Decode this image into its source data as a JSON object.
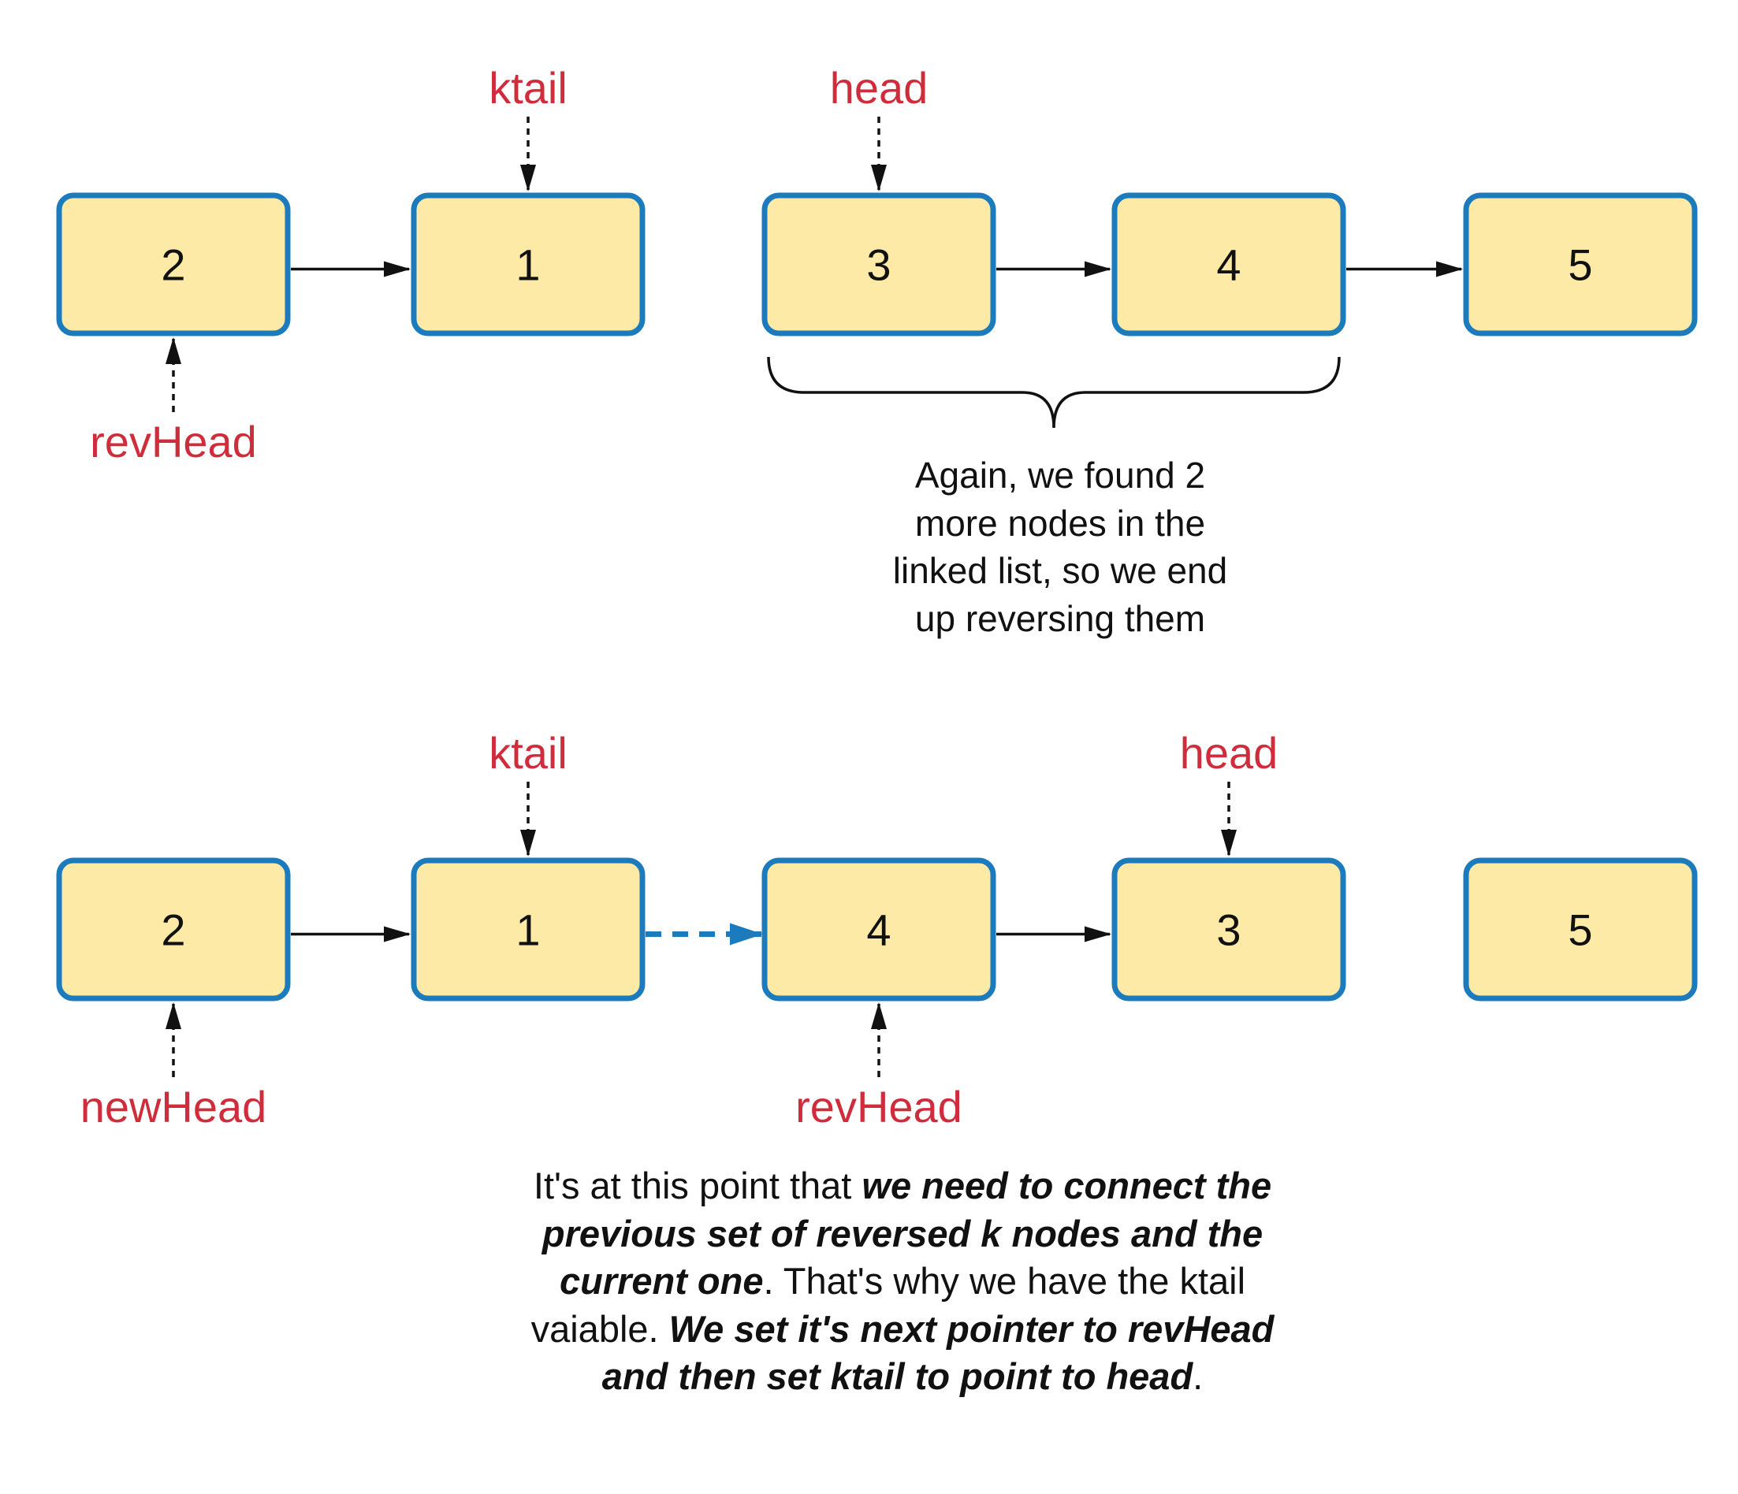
{
  "colors": {
    "node_fill": "#fdeaa6",
    "node_border": "#1b7bbd",
    "pointer_label": "#cf2c3c",
    "new_link": "#1b7bbd",
    "text": "#111111"
  },
  "top_list": {
    "nodes": [
      "2",
      "1",
      "3",
      "4",
      "5"
    ],
    "links": [
      [
        0,
        1
      ],
      [
        2,
        3
      ],
      [
        3,
        4
      ]
    ],
    "pointers": [
      {
        "label": "ktail",
        "node": 1,
        "side": "above"
      },
      {
        "label": "head",
        "node": 2,
        "side": "above"
      },
      {
        "label": "revHead",
        "node": 0,
        "side": "below"
      }
    ],
    "brace_over_nodes": [
      2,
      3
    ],
    "caption": [
      "Again, we found 2",
      "more nodes in the",
      "linked list, so we end",
      "up reversing them"
    ]
  },
  "bottom_list": {
    "nodes": [
      "2",
      "1",
      "4",
      "3",
      "5"
    ],
    "links": [
      [
        0,
        1
      ],
      [
        2,
        3
      ]
    ],
    "new_links": [
      [
        1,
        2
      ]
    ],
    "pointers": [
      {
        "label": "ktail",
        "node": 1,
        "side": "above"
      },
      {
        "label": "head",
        "node": 3,
        "side": "above"
      },
      {
        "label": "newHead",
        "node": 0,
        "side": "below"
      },
      {
        "label": "revHead",
        "node": 2,
        "side": "below"
      }
    ],
    "caption": {
      "line1_plain": "It's at this point that ",
      "line1_bold": "we need to connect the",
      "line2_bold": "previous set of reversed k nodes and the",
      "line3_bold": "current one",
      "line3_plain": ". That's why we have the ktail",
      "line4_plain": "vaiable. ",
      "line4_bold": "We set it's next pointer to revHead",
      "line5_bold": "and then set ktail to point to head",
      "line5_plain": "."
    }
  }
}
